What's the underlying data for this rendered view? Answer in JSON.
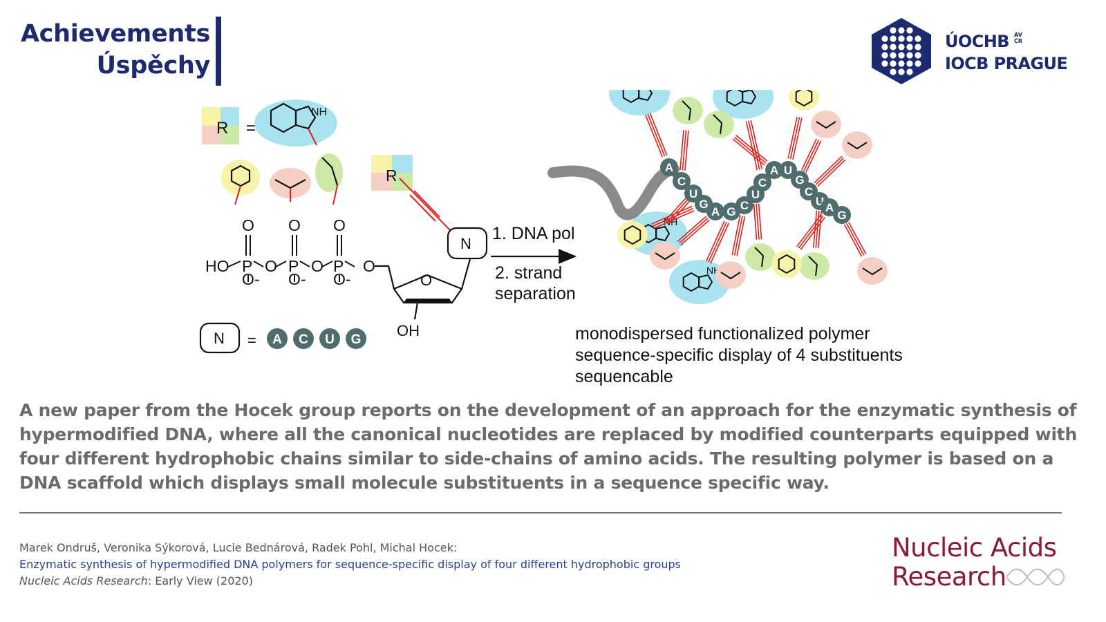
{
  "header": {
    "title_en": "Achievements",
    "title_cz": "Úspěchy"
  },
  "logo": {
    "line1": "ÚOCHB",
    "line2": "IOCB PRAGUE",
    "sub1": "AV",
    "sub2": "ČR"
  },
  "scheme": {
    "r_label": "R",
    "equals": "=",
    "nh_label": "NH",
    "h_label": "H",
    "n_label": "N",
    "phosphate": {
      "ho": "HO",
      "p": "P",
      "o": "O",
      "o_minus": "O-",
      "ring_o": "O",
      "oh": "OH"
    },
    "nucleobase_letters": [
      "A",
      "C",
      "U",
      "G"
    ],
    "step1": "1. DNA pol",
    "step2a": "2. strand",
    "step2b": "separation",
    "strand_sequence": [
      "A",
      "C",
      "U",
      "G",
      "A",
      "G",
      "C",
      "U",
      "C",
      "A",
      "U",
      "G",
      "C",
      "U",
      "A",
      "G"
    ],
    "caption": [
      "monodispersed functionalized polymer",
      "sequence-specific display of 4 substituents",
      "sequencable"
    ],
    "colors": {
      "indole_bg": "#a9e3f0",
      "phenyl_bg": "#f7f3a8",
      "isopropyl_bg": "#f5cfc3",
      "propyl_bg": "#cde9a6",
      "linker": "#e0201a",
      "strand_node": "#4f6d6d",
      "strand_template": "#8a8a8a"
    }
  },
  "description": "A new paper from the Hocek group reports on the development of an approach for the enzymatic synthesis of hypermodified DNA, where all the canonical nucleotides are replaced by modified counterparts equipped with four different hydrophobic chains similar to side-chains of amino acids. The resulting polymer is based on a DNA scaffold which displays small molecule substituents in a sequence specific way.",
  "citation": {
    "authors": "Marek Ondruš, Veronika Sýkorová, Lucie Bednárová, Radek Pohl, Michal Hocek:",
    "title": "Enzymatic synthesis of hypermodified DNA polymers for sequence-specific display of four different hydrophobic groups",
    "journal": "Nucleic Acids Research",
    "journal_rest": ": Early View (2020)"
  },
  "journal_logo": {
    "line1": "Nucleic Acids",
    "line2": "Research"
  }
}
